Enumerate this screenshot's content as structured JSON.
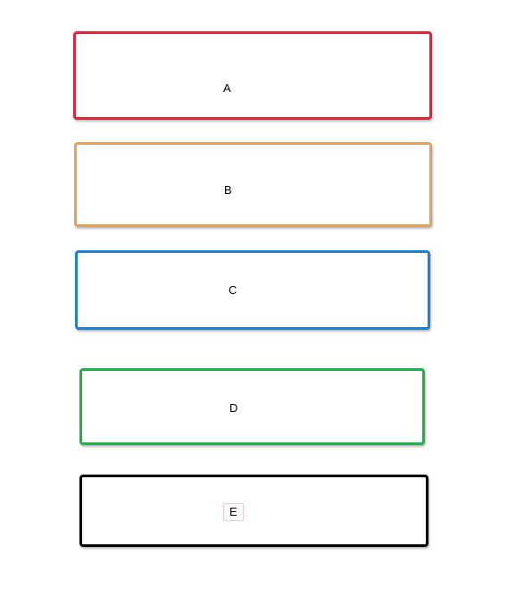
{
  "boxes": [
    {
      "label": "A",
      "color": "#e0243a"
    },
    {
      "label": "B",
      "color": "#e3a15d"
    },
    {
      "label": "C",
      "color": "#1f7fd1"
    },
    {
      "label": "D",
      "color": "#1fb24a"
    },
    {
      "label": "E",
      "color": "#000000"
    }
  ]
}
